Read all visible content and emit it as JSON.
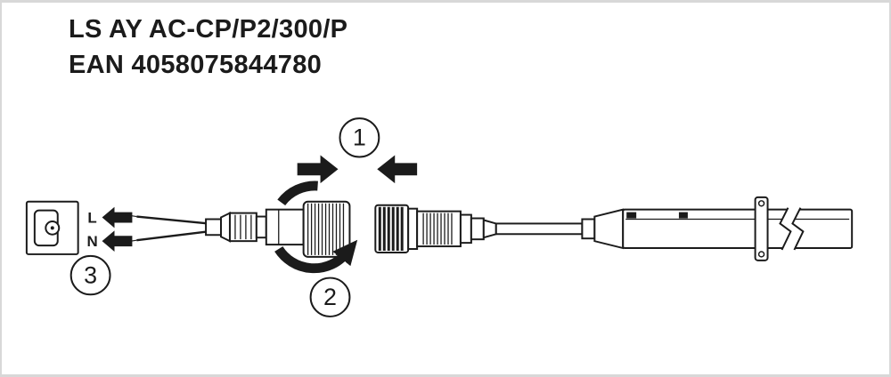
{
  "header": {
    "product_name": "LS AY AC-CP/P2/300/P",
    "ean": "EAN 4058075844780"
  },
  "steps": {
    "step1_label": "1",
    "step2_label": "2",
    "step3_label": "3"
  },
  "terminal": {
    "live_label": "L",
    "neutral_label": "N"
  },
  "colors": {
    "ink": "#1b1b1b",
    "background": "#ffffff",
    "frame_border": "#d8d8d8"
  }
}
